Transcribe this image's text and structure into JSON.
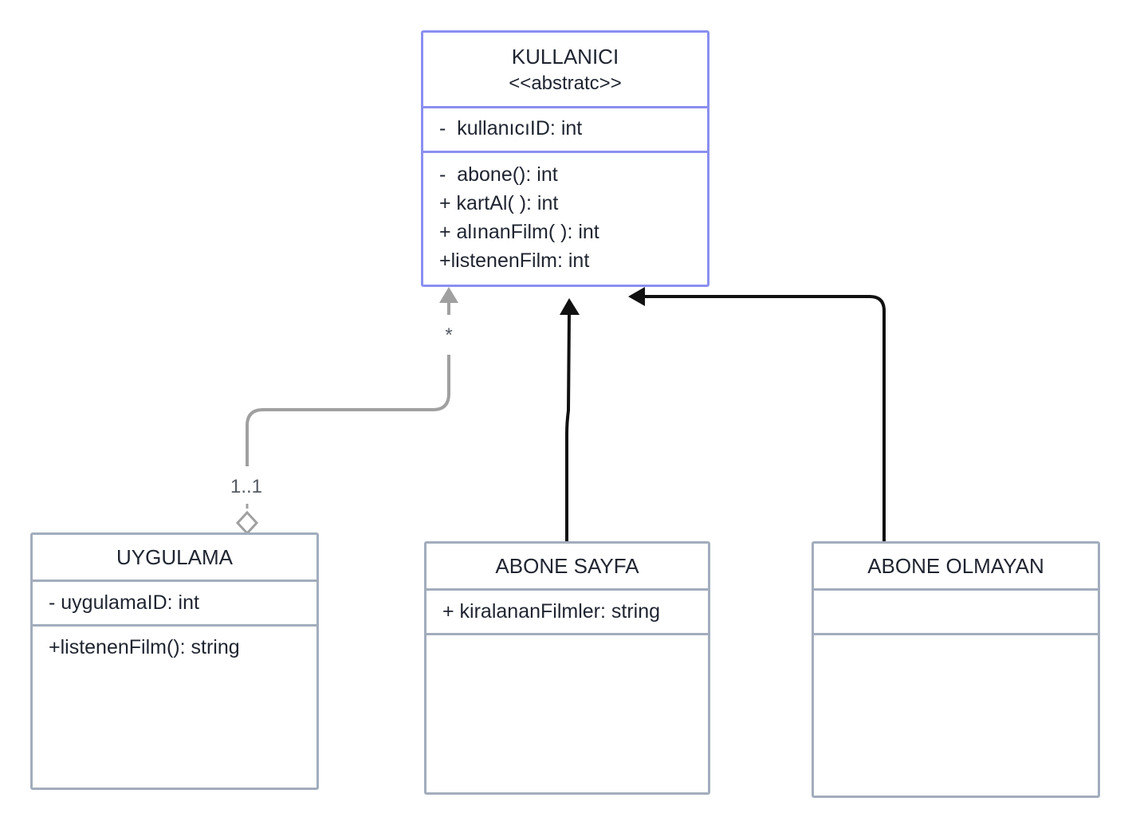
{
  "classes": {
    "kullanici": {
      "name": "KULLANICI",
      "stereotype": "<<abstratc>>",
      "attributes": [
        "-  kullanıcıID: int"
      ],
      "operations": [
        "-  abone(): int",
        "+ kartAl( ): int",
        "+ alınanFilm( ): int",
        "+listenenFilm: int"
      ]
    },
    "uygulama": {
      "name": "UYGULAMA",
      "attributes": [
        "- uygulamaID: int"
      ],
      "operations": [
        "+listenenFilm(): string"
      ]
    },
    "abone_sayfa": {
      "name": "ABONE SAYFA",
      "attributes": [
        "+ kiralananFilmler: string"
      ],
      "operations": []
    },
    "abone_olmayan": {
      "name": "ABONE OLMAYAN",
      "attributes": [],
      "operations": []
    }
  },
  "relations": {
    "aggregation": {
      "source_multiplicity": "1..1",
      "target_multiplicity": "*"
    }
  },
  "colors": {
    "selected_border": "#8b8ff0",
    "class_border": "#a2adbd",
    "inheritance_line": "#111111",
    "aggregation_line": "#a0a0a0"
  }
}
